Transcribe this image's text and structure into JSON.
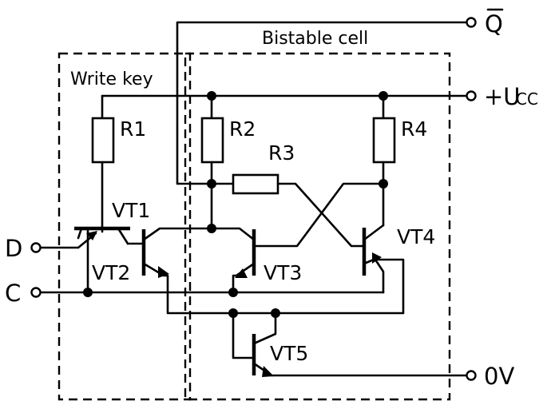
{
  "blocks": {
    "write_key": "Write key",
    "bistable_cell": "Bistable cell"
  },
  "terminals": {
    "q_bar": "Q",
    "ucc_sign": "+U",
    "ucc_sub": "CC",
    "zero_v": "0V",
    "d": "D",
    "c": "C"
  },
  "resistors": {
    "r1": "R1",
    "r2": "R2",
    "r3": "R3",
    "r4": "R4"
  },
  "transistors": {
    "vt1": "VT1",
    "vt2": "VT2",
    "vt3": "VT3",
    "vt4": "VT4",
    "vt5": "VT5"
  }
}
